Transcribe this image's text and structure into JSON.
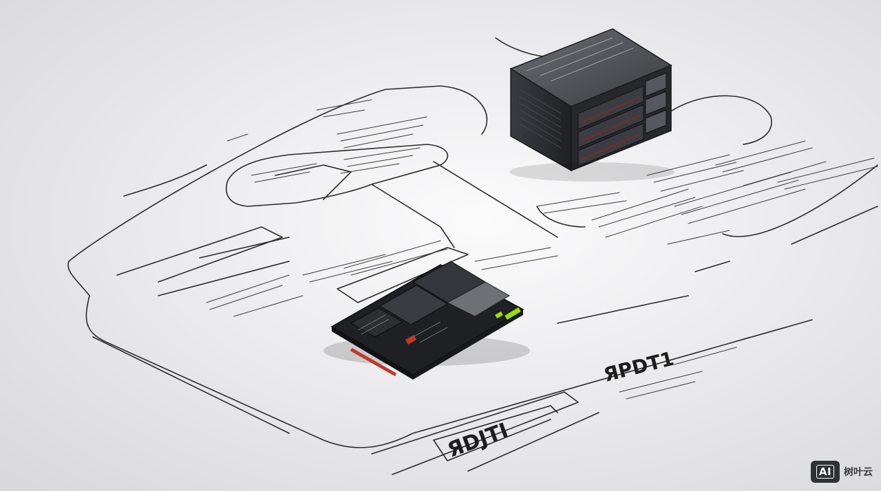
{
  "scene": {
    "subjects": [
      "server-enclosure",
      "circuit-board-module"
    ],
    "colors": {
      "background": "#e9e9eb",
      "ink": "#2a2a2a",
      "device_dark": "#2b2d31",
      "accent_red": "#c0392b",
      "accent_green": "#9be000"
    }
  },
  "labels": {
    "bottom_label": "ЯDJTI",
    "mid_label": "ЯPDT1"
  },
  "watermark": {
    "badge_text": "AI",
    "name_text": "树叶云"
  }
}
